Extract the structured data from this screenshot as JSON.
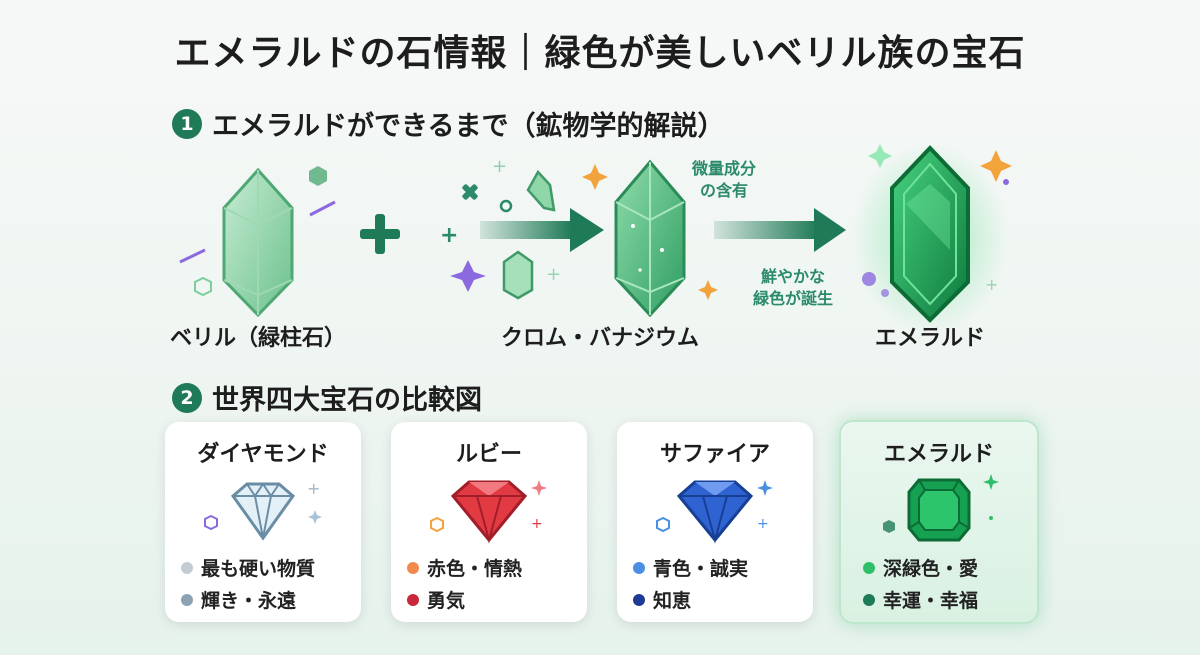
{
  "title": "エメラルドの石情報｜緑色が美しいベリル族の宝石",
  "section1": {
    "number": "1",
    "heading": "エメラルドができるまで（鉱物学的解説）",
    "stages": [
      {
        "label": "ベリル（緑柱石）"
      },
      {
        "label": "クロム・バナジウム"
      },
      {
        "label": "エメラルド"
      }
    ],
    "note_top": [
      "微量成分",
      "の含有"
    ],
    "note_bottom": [
      "鮮やかな",
      "緑色が誕生"
    ]
  },
  "section2": {
    "number": "2",
    "heading": "世界四大宝石の比較図",
    "cards": [
      {
        "name": "ダイヤモンド",
        "attrs": [
          {
            "text": "最も硬い物質",
            "color": "#c3ccd3"
          },
          {
            "text": "輝き・永遠",
            "color": "#8ba2b3"
          }
        ]
      },
      {
        "name": "ルビー",
        "attrs": [
          {
            "text": "赤色・情熱",
            "color": "#ef8a4c"
          },
          {
            "text": "勇気",
            "color": "#c8283a"
          }
        ]
      },
      {
        "name": "サファイア",
        "attrs": [
          {
            "text": "青色・誠実",
            "color": "#4a90e2"
          },
          {
            "text": "知恵",
            "color": "#1f3a93"
          }
        ]
      },
      {
        "name": "エメラルド",
        "attrs": [
          {
            "text": "深緑色・愛",
            "color": "#2fbf6a"
          },
          {
            "text": "幸運・幸福",
            "color": "#1f7a57"
          }
        ]
      }
    ]
  },
  "colors": {
    "accent": "#1f7a57",
    "emerald": "#1fa85a",
    "beryl": "#8fd6a8",
    "ruby": "#d8343e",
    "sapphire": "#2b5fc9",
    "diamond": "#a9c4d8",
    "sparkle_orange": "#f3a33c",
    "sparkle_purple": "#8b6ae0"
  }
}
